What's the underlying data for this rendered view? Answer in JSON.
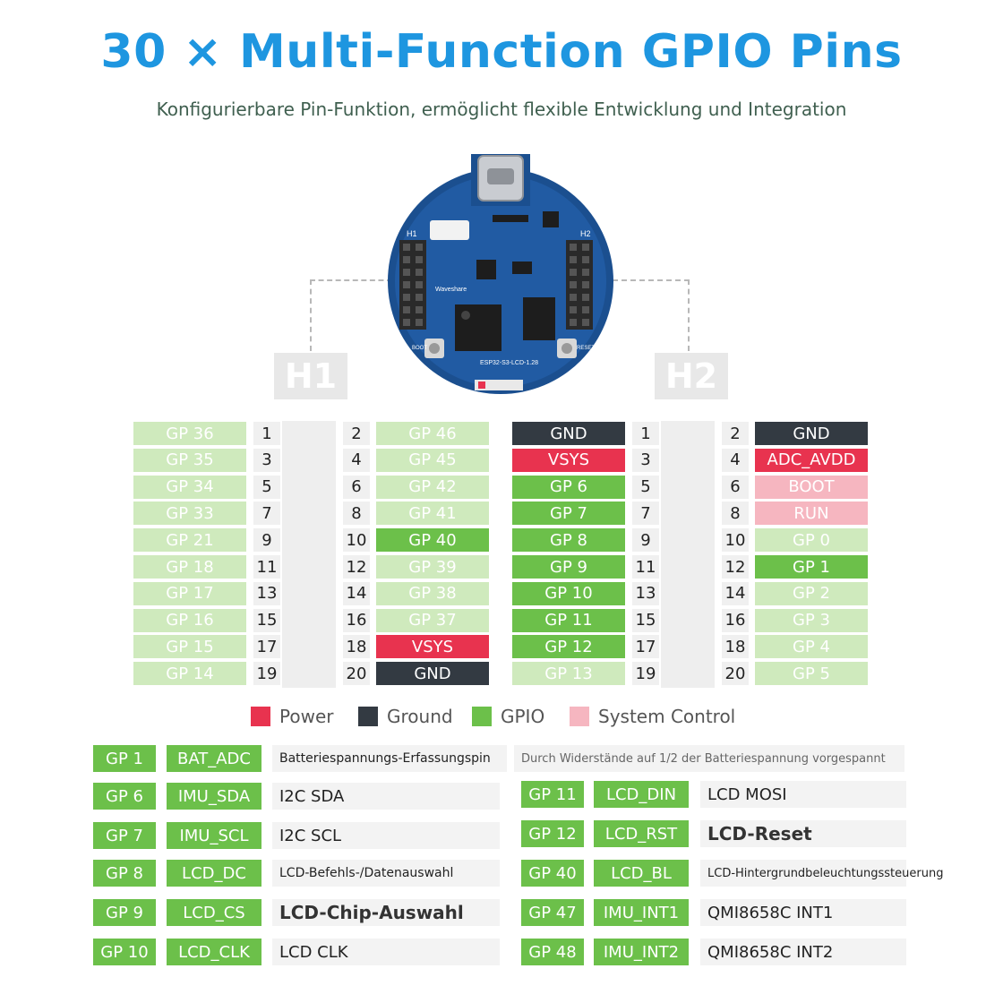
{
  "title": "30 × Multi-Function GPIO Pins",
  "subtitle": "Konfigurierbare Pin-Funktion, ermöglicht flexible Entwicklung und Integration",
  "board": {
    "h1_silk": "H1",
    "h2_silk": "H2",
    "boot_silk": "BOOT",
    "reset_silk": "RESET",
    "brand": "Waveshare",
    "model": "ESP32-S3-LCD-1.28"
  },
  "headers": {
    "h1": {
      "label": "H1",
      "rows": [
        {
          "left": "GP 36",
          "ln": "1",
          "rn": "2",
          "right": "GP 46"
        },
        {
          "left": "GP 35",
          "ln": "3",
          "rn": "4",
          "right": "GP 45"
        },
        {
          "left": "GP 34",
          "ln": "5",
          "rn": "6",
          "right": "GP 42"
        },
        {
          "left": "GP 33",
          "ln": "7",
          "rn": "8",
          "right": "GP 41"
        },
        {
          "left": "GP 21",
          "ln": "9",
          "rn": "10",
          "right": "GP 40"
        },
        {
          "left": "GP 18",
          "ln": "11",
          "rn": "12",
          "right": "GP 39"
        },
        {
          "left": "GP 17",
          "ln": "13",
          "rn": "14",
          "right": "GP 38"
        },
        {
          "left": "GP 16",
          "ln": "15",
          "rn": "16",
          "right": "GP 37"
        },
        {
          "left": "GP 15",
          "ln": "17",
          "rn": "18",
          "right": "VSYS"
        },
        {
          "left": "GP 14",
          "ln": "19",
          "rn": "20",
          "right": "GND"
        }
      ]
    },
    "h2": {
      "label": "H2",
      "rows": [
        {
          "left": "GND",
          "ln": "1",
          "rn": "2",
          "right": "GND"
        },
        {
          "left": "VSYS",
          "ln": "3",
          "rn": "4",
          "right": "ADC_AVDD"
        },
        {
          "left": "GP 6",
          "ln": "5",
          "rn": "6",
          "right": "BOOT"
        },
        {
          "left": "GP 7",
          "ln": "7",
          "rn": "8",
          "right": "RUN"
        },
        {
          "left": "GP 8",
          "ln": "9",
          "rn": "10",
          "right": "GP 0"
        },
        {
          "left": "GP 9",
          "ln": "11",
          "rn": "12",
          "right": "GP 1"
        },
        {
          "left": "GP 10",
          "ln": "13",
          "rn": "14",
          "right": "GP 2"
        },
        {
          "left": "GP 11",
          "ln": "15",
          "rn": "16",
          "right": "GP 3"
        },
        {
          "left": "GP 12",
          "ln": "17",
          "rn": "18",
          "right": "GP 4"
        },
        {
          "left": "GP 13",
          "ln": "19",
          "rn": "20",
          "right": "GP 5"
        }
      ]
    }
  },
  "legend": [
    {
      "label": "Power",
      "color": "#e8334f"
    },
    {
      "label": "Ground",
      "color": "#333a42"
    },
    {
      "label": "GPIO",
      "color": "#6cc04a"
    },
    {
      "label": "System Control",
      "color": "#f6b6c0"
    }
  ],
  "functions": [
    {
      "pin": "GP 1",
      "func": "BAT_ADC",
      "desc": "Batteriespannungs-Erfassungspin",
      "note": "Durch Widerstände auf 1/2 der Batteriespannung vorgespannt"
    },
    {
      "pin": "GP 6",
      "func": "IMU_SDA",
      "desc": "I2C SDA"
    },
    {
      "pin": "GP 7",
      "func": "IMU_SCL",
      "desc": "I2C SCL"
    },
    {
      "pin": "GP 8",
      "func": "LCD_DC",
      "desc": "LCD-Befehls-/Datenauswahl"
    },
    {
      "pin": "GP 9",
      "func": "LCD_CS",
      "desc": "LCD-Chip-Auswahl"
    },
    {
      "pin": "GP 10",
      "func": "LCD_CLK",
      "desc": "LCD CLK"
    },
    {
      "pin": "GP 11",
      "func": "LCD_DIN",
      "desc": "LCD MOSI"
    },
    {
      "pin": "GP 12",
      "func": "LCD_RST",
      "desc": "LCD-Reset"
    },
    {
      "pin": "GP 40",
      "func": "LCD_BL",
      "desc": "LCD-Hintergrundbeleuchtungssteuerung"
    },
    {
      "pin": "GP 47",
      "func": "IMU_INT1",
      "desc": "QMI8658C INT1"
    },
    {
      "pin": "GP 48",
      "func": "IMU_INT2",
      "desc": "QMI8658C INT2"
    }
  ],
  "colors": {
    "gpio": "#6cc04a",
    "gpio_light": "#cfeabd",
    "power": "#e8334f",
    "ground": "#333a42",
    "system": "#f6b6c0",
    "title": "#1e96e0"
  }
}
